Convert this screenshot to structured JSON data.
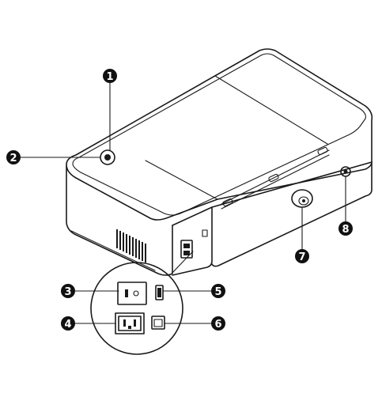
{
  "diagram": {
    "type": "product-ports-callout",
    "colors": {
      "line": "#1a1a1a",
      "badge": "#111111",
      "badge_text": "#ffffff",
      "background": "#ffffff"
    },
    "callouts": [
      {
        "id": "1",
        "label": "1",
        "points_to": "top-button"
      },
      {
        "id": "2",
        "label": "2",
        "points_to": "power-button"
      },
      {
        "id": "3",
        "label": "3",
        "points_to": "power-switch"
      },
      {
        "id": "4",
        "label": "4",
        "points_to": "ac-power-inlet"
      },
      {
        "id": "5",
        "label": "5",
        "points_to": "usb-port"
      },
      {
        "id": "6",
        "label": "6",
        "points_to": "ethernet-port"
      },
      {
        "id": "7",
        "label": "7",
        "points_to": "side-round-port"
      },
      {
        "id": "8",
        "label": "8",
        "points_to": "end-connector"
      }
    ]
  }
}
